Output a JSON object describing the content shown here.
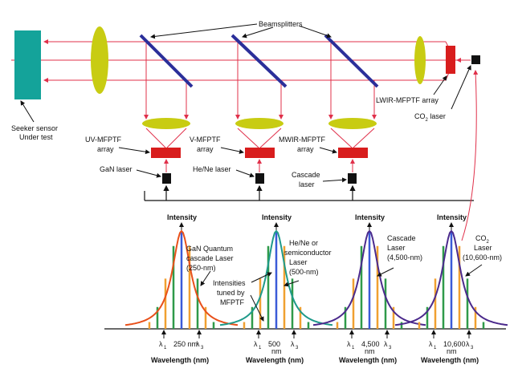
{
  "top": {
    "beamsplitters_label": "Beamsplitters",
    "seeker": [
      "Seeker sensor",
      "Under test"
    ],
    "lwir_label": "LWIR-MFPTF array",
    "co2_label": [
      "CO",
      "2",
      " laser"
    ],
    "arrays": [
      [
        "UV-MFPTF",
        "array"
      ],
      [
        "V-MFPTF",
        "array"
      ],
      [
        "MWIR-MFPTF",
        "array"
      ]
    ],
    "lasers": [
      [
        "GaN laser"
      ],
      [
        "He/Ne laser"
      ],
      [
        "Cascade",
        "laser"
      ]
    ]
  },
  "spectra": {
    "intensity_label": "Intensity",
    "wavelength_label": "Wavelength (nm)",
    "lambda_symbol": "λ",
    "peaks": [
      {
        "center_label": "250 nm",
        "sub1": "1",
        "sub2": "3",
        "desc": [
          "GaN Quantum",
          "cascade Laser",
          "(250-nm)"
        ],
        "curve_color": "#e8501a"
      },
      {
        "center_label": "500",
        "center_label2": "nm",
        "sub1": "1",
        "sub2": "3",
        "desc": [
          "He/Ne or",
          "semiconductor",
          "Laser",
          "(500-nm)"
        ],
        "curve_color": "#1f9a8a"
      },
      {
        "center_label": "4,500",
        "center_label2": "nm",
        "sub1": "1",
        "sub2": "3",
        "desc": [
          "Cascade",
          "Laser",
          "(4,500-nm)"
        ],
        "curve_color": "#4b2a8c"
      },
      {
        "center_label": "10,600",
        "center_label2": "nm",
        "sub1": "1",
        "sub2": "3",
        "desc": [
          "CO",
          "2",
          "Laser",
          "(10,600-nm)"
        ],
        "curve_color": "#4b2a8c"
      }
    ],
    "intensities_label": [
      "Intensities",
      "tuned by",
      "MFPTF"
    ]
  },
  "colors": {
    "sensor": "#14a39a",
    "lens": "#c8cc12",
    "splitter": "#2b2f9a",
    "beam": "#e0304a",
    "array": "#d81d1d",
    "laser": "#111111"
  }
}
